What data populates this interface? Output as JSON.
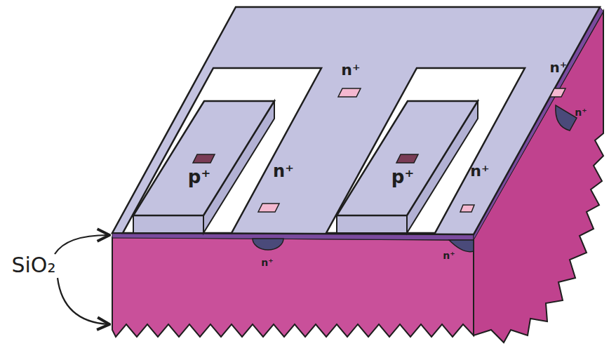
{
  "diagram": {
    "labels": [
      "n⁺",
      "n⁺",
      "n⁺",
      "p⁺",
      "n⁺",
      "p⁺",
      "n⁺",
      "n⁺",
      "n⁺",
      "SiO₂"
    ]
  }
}
